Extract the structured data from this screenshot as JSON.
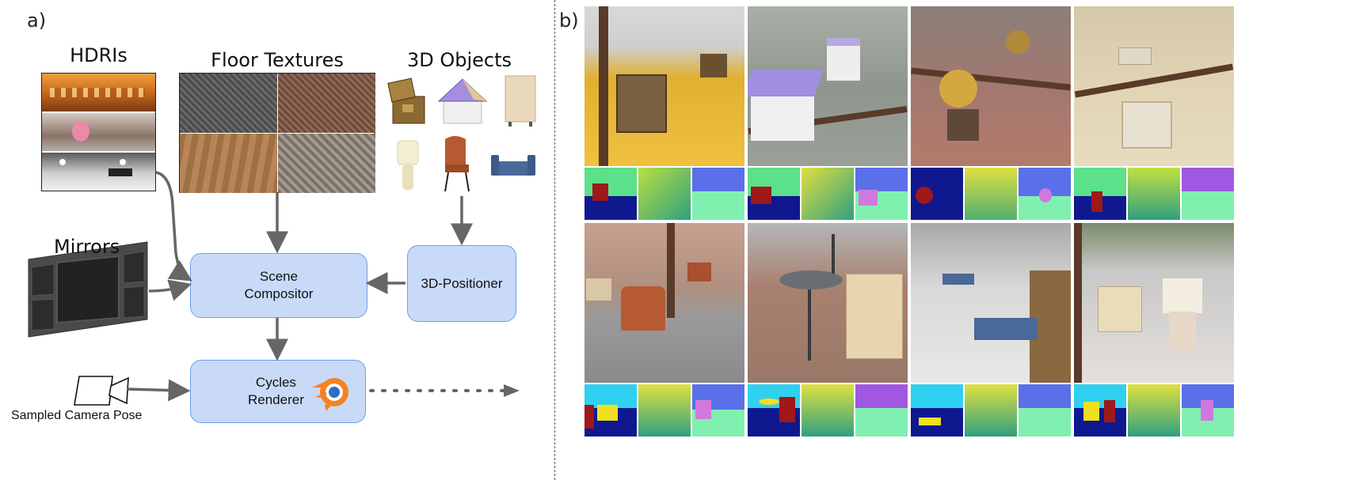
{
  "panel_a": {
    "label": "a)",
    "hdris_title": "HDRIs",
    "floor_title": "Floor Textures",
    "objects_title": "3D Objects",
    "mirrors_title": "Mirrors",
    "scene_compositor": "Scene\nCompositor",
    "positioner": "3D-Positioner",
    "renderer": "Cycles\nRenderer",
    "camera_label": "Sampled Camera Pose"
  },
  "panel_b": {
    "label": "b)"
  },
  "colors": {
    "box_fill": "#c9daf8",
    "box_border": "#6d9eeb",
    "arrow": "#666666",
    "divider": "#555555"
  }
}
